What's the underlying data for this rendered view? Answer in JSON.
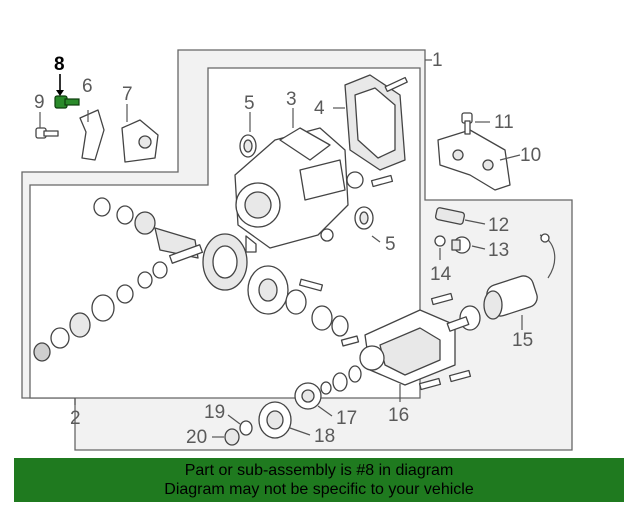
{
  "callouts": {
    "c1": "1",
    "c2": "2",
    "c3": "3",
    "c4": "4",
    "c5a": "5",
    "c5b": "5",
    "c6": "6",
    "c7": "7",
    "c8": "8",
    "c9": "9",
    "c10": "10",
    "c11": "11",
    "c12": "12",
    "c13": "13",
    "c14": "14",
    "c15": "15",
    "c16": "16",
    "c17": "17",
    "c18": "18",
    "c19": "19",
    "c20": "20"
  },
  "highlighted_part": "8",
  "colors": {
    "highlight": "#2a8a2a",
    "banner": "#1f7a1f"
  },
  "banner": {
    "line1": "Part or sub-assembly is #8 in diagram",
    "line2": "Diagram may not be specific to your vehicle"
  }
}
